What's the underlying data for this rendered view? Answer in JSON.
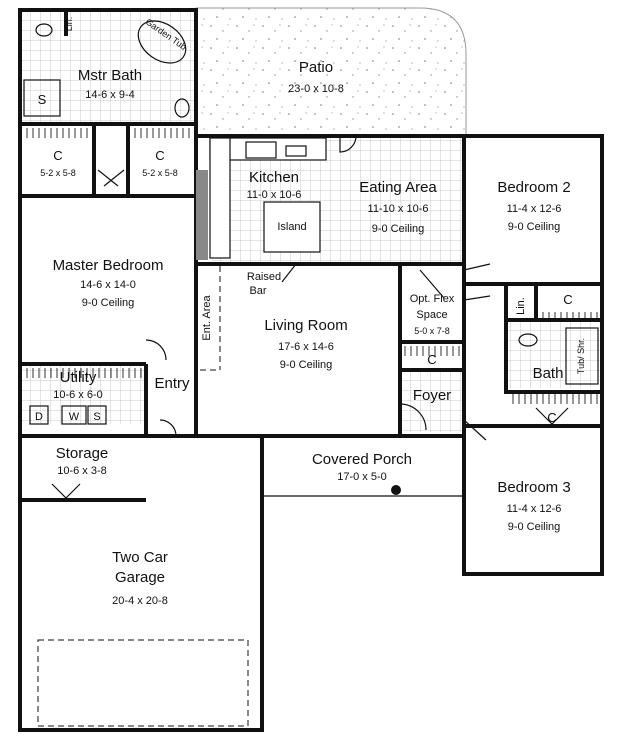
{
  "rooms": {
    "patio": {
      "name": "Patio",
      "size": "23-0 x 10-8"
    },
    "mstr_bath": {
      "name": "Mstr Bath",
      "size": "14-6 x 9-4"
    },
    "garden_tub": "Garden Tub",
    "linen_top": "Lin.",
    "shower_top": "S",
    "closet_left": {
      "name": "C",
      "size": "5-2 x 5-8"
    },
    "closet_right": {
      "name": "C",
      "size": "5-2 x 5-8"
    },
    "kitchen": {
      "name": "Kitchen",
      "size": "11-0 x 10-6"
    },
    "island": "Island",
    "eating": {
      "name": "Eating Area",
      "size": "11-10 x 10-6",
      "ceiling": "9-0 Ceiling"
    },
    "bedroom2": {
      "name": "Bedroom 2",
      "size": "11-4 x 12-6",
      "ceiling": "9-0 Ceiling"
    },
    "master_bedroom": {
      "name": "Master Bedroom",
      "size": "14-6 x 14-0",
      "ceiling": "9-0 Ceiling"
    },
    "raised_bar": {
      "line1": "Raised",
      "line2": "Bar"
    },
    "ent_area": "Ent. Area",
    "living": {
      "name": "Living Room",
      "size": "17-6 x 14-6",
      "ceiling": "9-0 Ceiling"
    },
    "flex": {
      "line1": "Opt. Flex",
      "line2": "Space",
      "size": "5-0 x 7-8"
    },
    "linen_right": "Lin.",
    "closet_hall": "C",
    "closet_foyer": "C",
    "bath": "Bath",
    "tub_shr": "Tub/ Shr.",
    "utility": {
      "name": "Utility",
      "size": "10-6 x 6-0"
    },
    "entry": "Entry",
    "foyer": "Foyer",
    "closet_bed3": "C",
    "appliances": {
      "d": "D",
      "w": "W",
      "s": "S"
    },
    "storage": {
      "name": "Storage",
      "size": "10-6 x 3-8"
    },
    "porch": {
      "name": "Covered Porch",
      "size": "17-0 x 5-0"
    },
    "bedroom3": {
      "name": "Bedroom 3",
      "size": "11-4 x 12-6",
      "ceiling": "9-0 Ceiling"
    },
    "garage": {
      "line1": "Two Car",
      "line2": "Garage",
      "size": "20-4 x 20-8"
    }
  }
}
